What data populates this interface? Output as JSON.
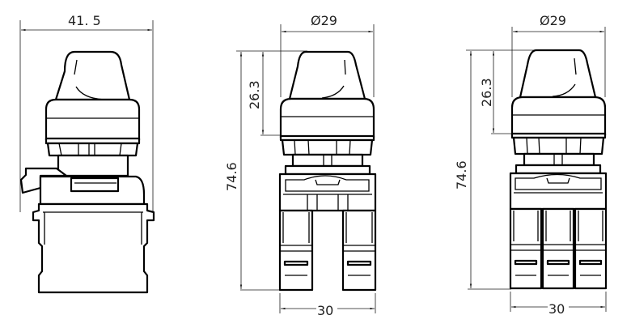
{
  "drawing": {
    "views": [
      {
        "name": "side-view",
        "dimensions": {
          "width": "41. 5"
        }
      },
      {
        "name": "front-view-2-contact",
        "dimensions": {
          "diameter": "Ø29",
          "knob_height": "26.3",
          "total_height": "74.6",
          "base_width": "30"
        }
      },
      {
        "name": "front-view-3-contact",
        "dimensions": {
          "diameter": "Ø29",
          "knob_height": "26.3",
          "total_height": "74.6",
          "base_width": "30"
        }
      }
    ],
    "colors": {
      "line": "#000000",
      "background": "#ffffff",
      "text": "#222222"
    }
  }
}
